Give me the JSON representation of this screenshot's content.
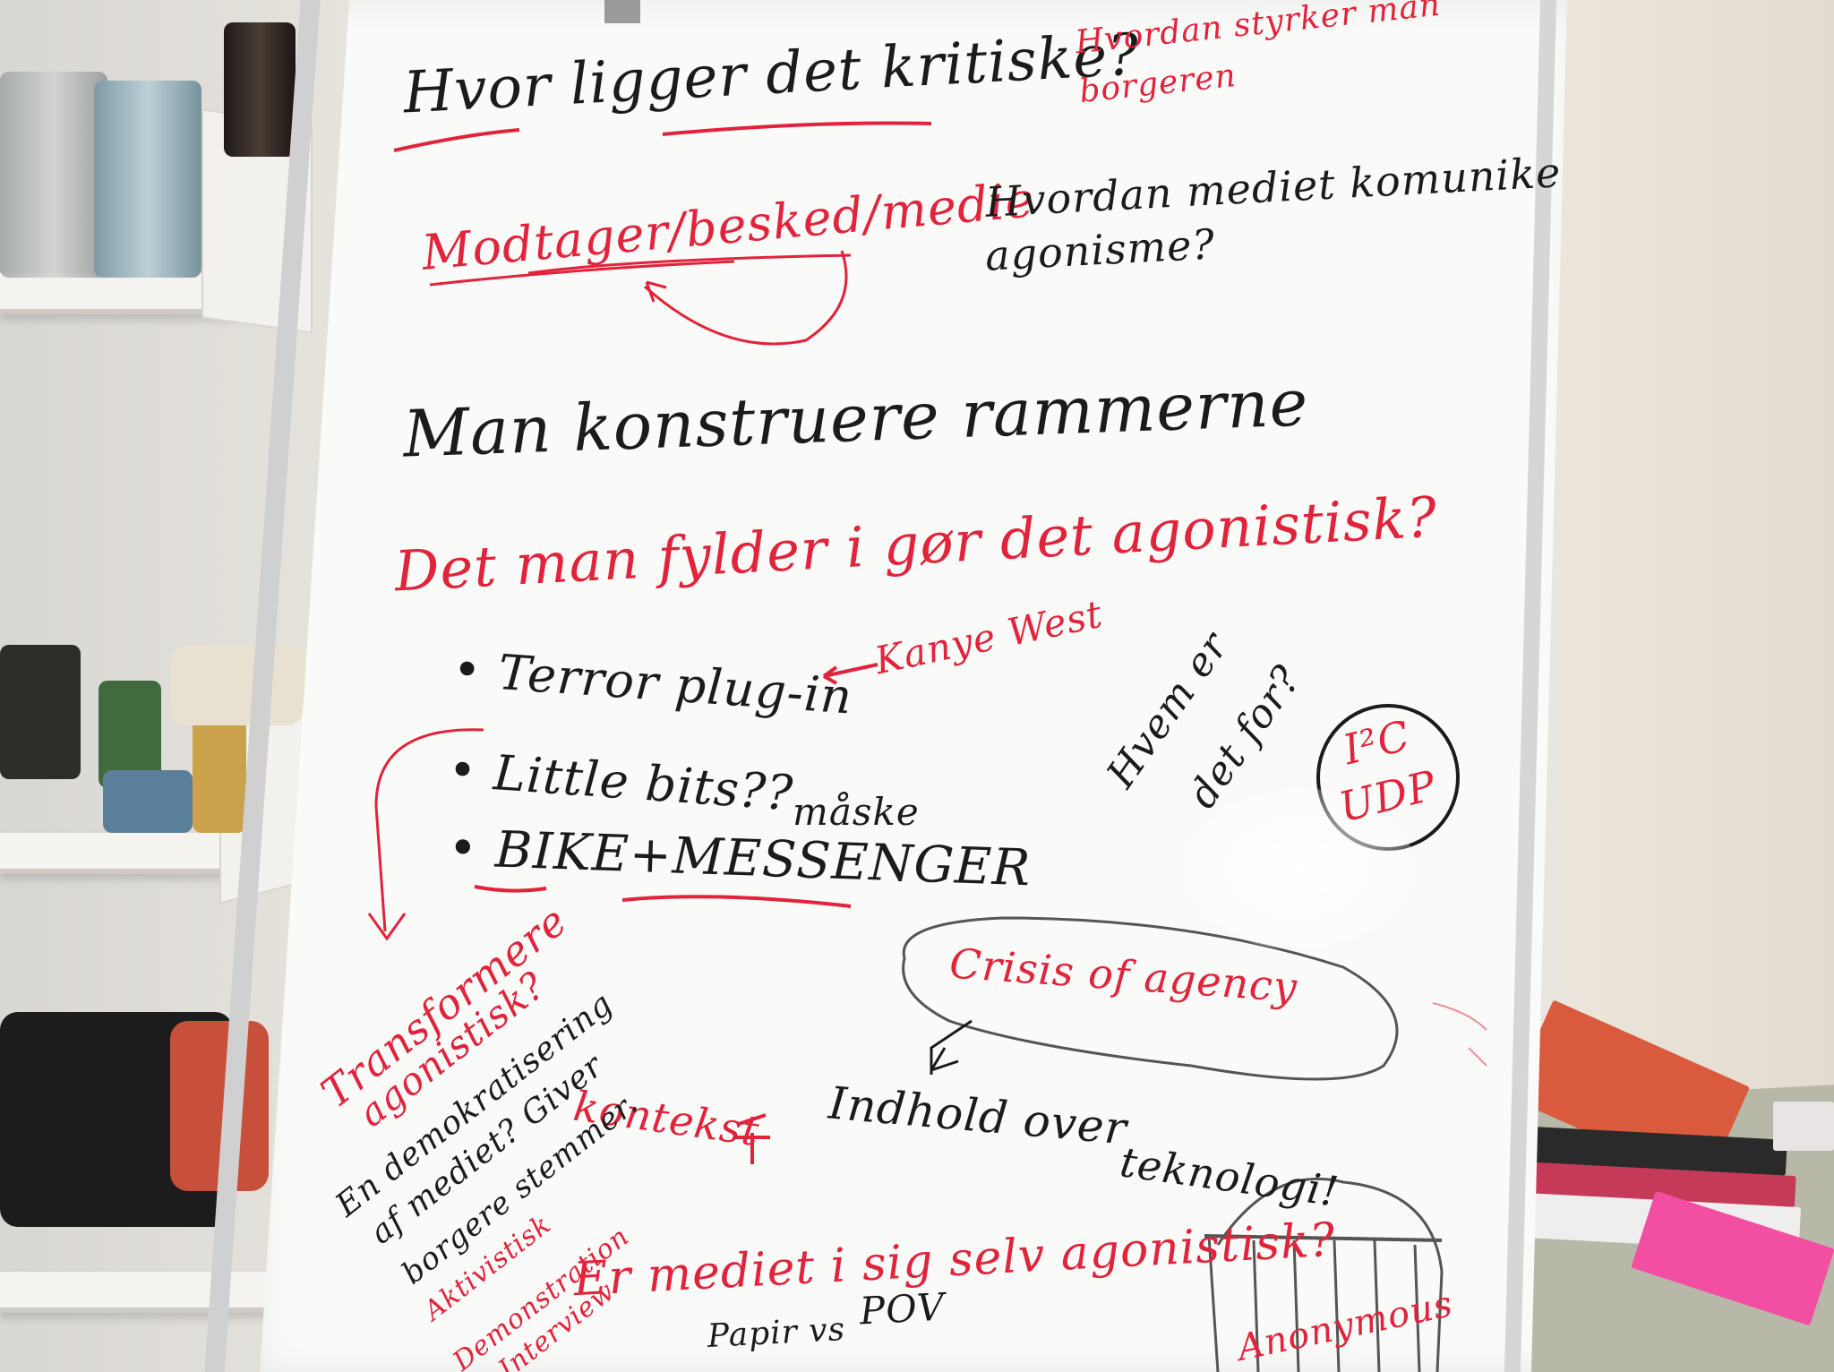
{
  "whiteboard": {
    "hvor_ligger": "Hvor ligger det kritiske?",
    "hvordan_styrker": "Hvordan styrker man",
    "borgeren": "borgeren",
    "modtager": "Modtager/besked/medie",
    "hvordan_mediet": "Hvordan mediet komunike",
    "agonisme": "agonisme?",
    "man_konstruere": "Man konstruere rammerne",
    "det_man_fylder": "Det man fylder i gør det agonistisk?",
    "kanye_west": "Kanye West",
    "terror": "• Terror plug-in",
    "little_bits": "• Little bits??",
    "maske": "måske",
    "bike_messenger": "• BIKE+MESSENGER",
    "hvem_er": "Hvem er",
    "det_for": "det for?",
    "i2c": "I²C",
    "udp": "UDP",
    "crisis": "Crisis of agency",
    "transformere": "Transformere",
    "agonistisk_q": "agonistisk?",
    "kontekst": "kontekst",
    "indhold": "Indhold over",
    "teknologi": "teknologi!",
    "demokratisering": "En demokratisering",
    "af_mediet": "af mediet? Giver",
    "borgere_stemmer": "borgere stemmer.",
    "aktivistisk": "Aktivistisk",
    "demonstration": "Demonstration",
    "interview": "Interview",
    "er_mediet": "Er mediet i sig selv agonistisk?",
    "papir": "Papir vs",
    "pov": "POV",
    "anonymous": "Anonymous"
  },
  "colors": {
    "black_marker": "#1b1b1b",
    "red_marker": "#e1233b",
    "grey_marker": "#6b6b6b"
  }
}
